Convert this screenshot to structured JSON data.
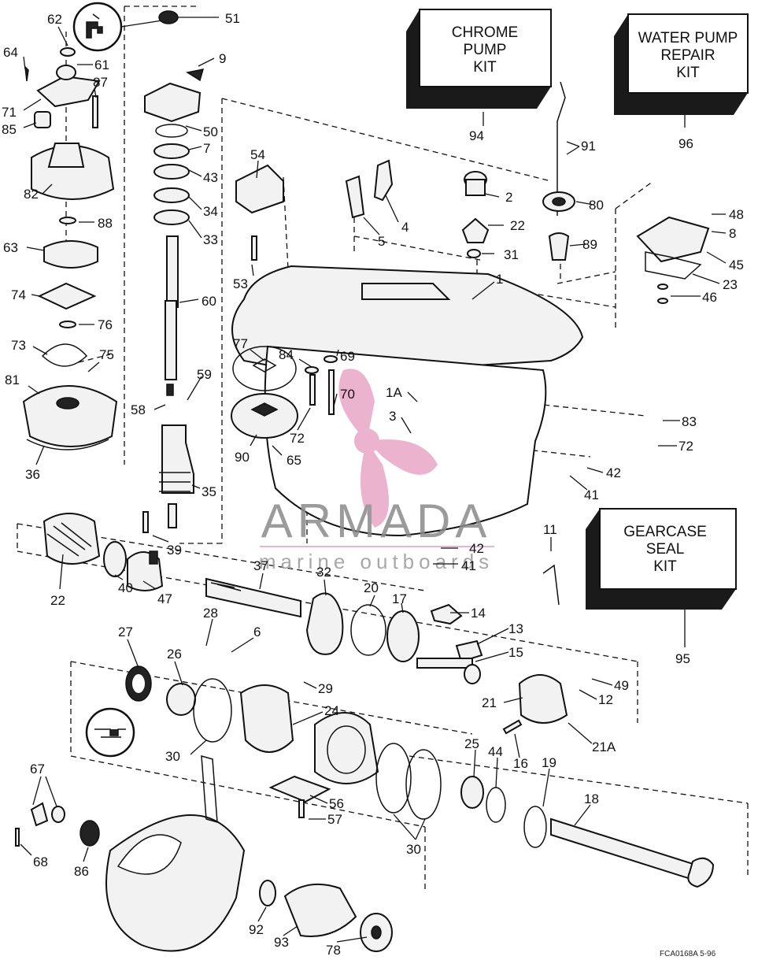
{
  "kits": {
    "chrome_pump": [
      "CHROME",
      "PUMP",
      "KIT"
    ],
    "water_pump_repair": [
      "WATER PUMP",
      "REPAIR",
      "KIT"
    ],
    "gearcase_seal": [
      "GEARCASE",
      "SEAL",
      "KIT"
    ]
  },
  "watermark": {
    "word": "ARMADA",
    "sub": "marine outboards",
    "brand_color": "#e9a6c6"
  },
  "callouts": {
    "n62": "62",
    "n51": "51",
    "n64": "64",
    "n61": "61",
    "n9": "9",
    "n87": "87",
    "n71": "71",
    "n50": "50",
    "n85": "85",
    "n7": "7",
    "n43": "43",
    "n82": "82",
    "n34": "34",
    "n88": "88",
    "n33": "33",
    "n63": "63",
    "n74": "74",
    "n60": "60",
    "n76": "76",
    "n73": "73",
    "n75": "75",
    "n59": "59",
    "n81": "81",
    "n58": "58",
    "n36": "36",
    "n35": "35",
    "n54": "54",
    "n53": "53",
    "n2": "2",
    "n4": "4",
    "n5": "5",
    "n22a": "22",
    "n31": "31",
    "n1": "1",
    "n94": "94",
    "n91": "91",
    "n96": "96",
    "n80": "80",
    "n89": "89",
    "n48": "48",
    "n8": "8",
    "n45": "45",
    "n23": "23",
    "n46": "46",
    "n77": "77",
    "n84": "84",
    "n69": "69",
    "n70": "70",
    "n1A": "1A",
    "n3": "3",
    "n90": "90",
    "n65": "65",
    "n72a": "72",
    "n83": "83",
    "n72b": "72",
    "n42a": "42",
    "n41a": "41",
    "n42b": "42",
    "n41b": "41",
    "n39": "39",
    "n11": "11",
    "n37": "37",
    "n32": "32",
    "n22b": "22",
    "n40": "40",
    "n47": "47",
    "n20": "20",
    "n17": "17",
    "n14": "14",
    "n13": "13",
    "n15": "15",
    "n95": "95",
    "n28": "28",
    "n27": "27",
    "n6": "6",
    "n26": "26",
    "n29": "29",
    "n49": "49",
    "n21": "21",
    "n12": "12",
    "n24": "24",
    "n21A": "21A",
    "n30a": "30",
    "n16": "16",
    "n25": "25",
    "n44": "44",
    "n19": "19",
    "n67": "67",
    "n18": "18",
    "n56": "56",
    "n57": "57",
    "n30b": "30",
    "n68": "68",
    "n86": "86",
    "n92": "92",
    "n93": "93",
    "n78": "78"
  },
  "drawing_code": "FCA0168A   5-96"
}
